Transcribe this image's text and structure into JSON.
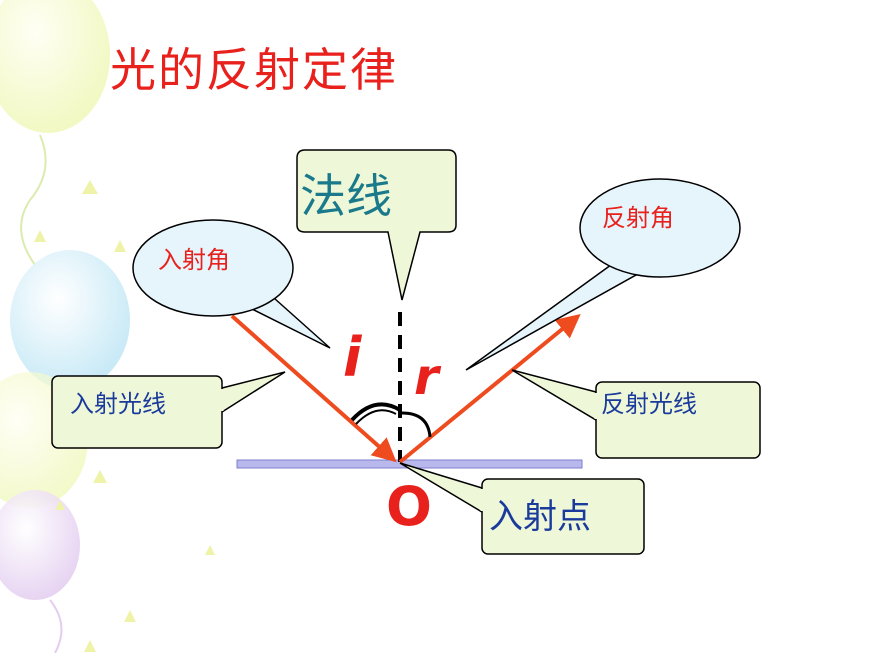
{
  "slide": {
    "title": "光的反射定律"
  },
  "labels": {
    "normal": "法线",
    "incident_angle": "入射角",
    "reflection_angle": "反射角",
    "incident_ray": "入射光线",
    "reflected_ray": "反射光线",
    "incidence_point": "入射点",
    "symbol_i": "i",
    "symbol_r": "r",
    "symbol_o": "O"
  },
  "colors": {
    "title": "#e8211c",
    "ray": "#ee4b1f",
    "callout_blue_fill": "#e6f4fb",
    "callout_green_fill": "#eef8d8",
    "mirror_fill": "#b8b8ec",
    "normal_text": "#1a7a8c",
    "label_red": "#e8211c",
    "label_blue": "#1a3a9c"
  }
}
